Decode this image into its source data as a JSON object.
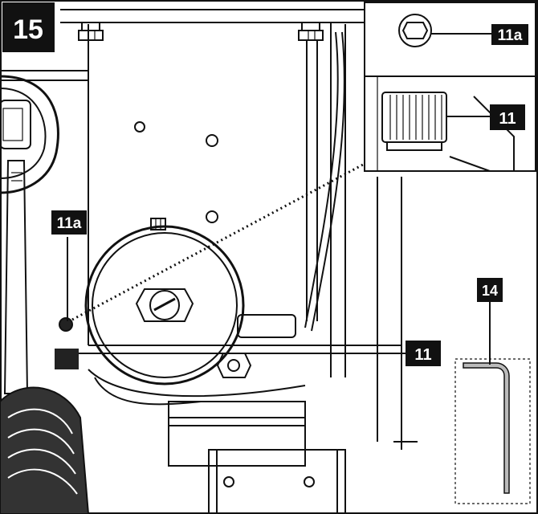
{
  "figure_number": "15",
  "callouts": {
    "inset_bolt": "11a",
    "inset_knob": "11",
    "main_bolt": "11a",
    "main_knob": "11",
    "hex_key": "14"
  },
  "colors": {
    "line": "#111111",
    "label_background": "#111111",
    "label_text": "#ffffff",
    "background": "#ffffff"
  },
  "icons": {
    "hex_key": "allen-wrench-icon",
    "bolt": "hex-bolt-icon",
    "knob": "knurled-knob-icon"
  }
}
